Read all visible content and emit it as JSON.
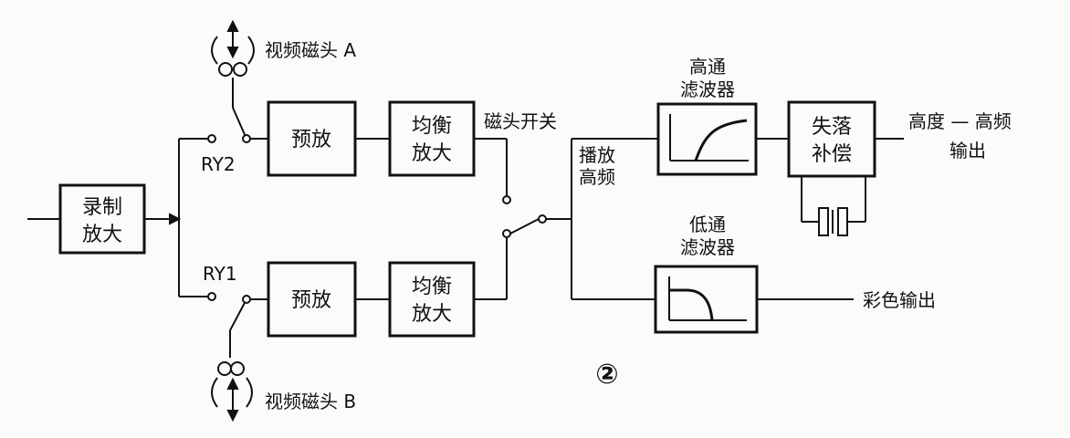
{
  "blocks": {
    "record_amp": {
      "line1": "录制",
      "line2": "放大"
    },
    "preamp_top": {
      "label": "预放"
    },
    "eq_top": {
      "line1": "均衡",
      "line2": "放大"
    },
    "preamp_bottom": {
      "label": "预放"
    },
    "eq_bottom": {
      "line1": "均衡",
      "line2": "放大"
    },
    "hpf": {
      "line1": "高通",
      "line2": "滤波器"
    },
    "lpf": {
      "line1": "低通",
      "line2": "滤波器"
    },
    "dropout": {
      "line1": "失落",
      "line2": "补偿"
    }
  },
  "labels": {
    "head_a": "视频磁头 A",
    "head_b": "视频磁头 B",
    "ry2": "RY2",
    "ry1": "RY1",
    "head_switch": "磁头开关",
    "playback_line1": "播放",
    "playback_line2": "高频",
    "luma_out_line1": "高度 — 高频",
    "luma_out_line2": "输出",
    "chroma_out": "彩色输出",
    "figure_number": "②"
  },
  "colors": {
    "ink": "#111111",
    "paper": "#fbfbf9"
  }
}
